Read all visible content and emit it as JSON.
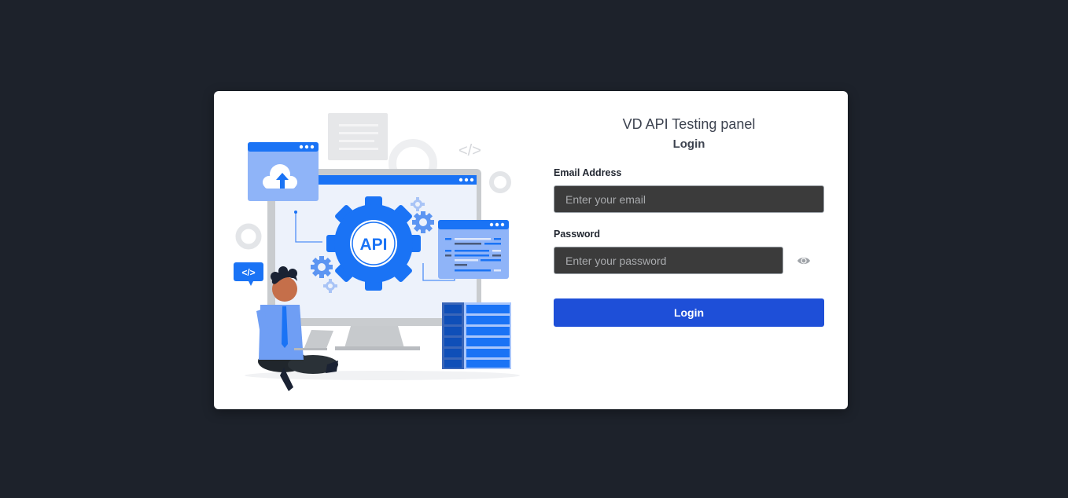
{
  "page": {
    "background": "#1d222b",
    "accent": "#1e4fd8"
  },
  "illustration": {
    "alt": "Person with laptop sitting in front of monitor displaying API gear",
    "gear_text": "API",
    "code_tag": "</>",
    "colors": {
      "primary_blue": "#1a73f5",
      "light_blue": "#8fb4f8",
      "pale_blue": "#e8f0fd",
      "grey": "#d3d6da"
    }
  },
  "form": {
    "app_title": "VD API Testing panel",
    "heading": "Login",
    "email": {
      "label": "Email Address",
      "placeholder": "Enter your email",
      "value": ""
    },
    "password": {
      "label": "Password",
      "placeholder": "Enter your password",
      "value": "",
      "toggle_icon": "eye-icon"
    },
    "submit_label": "Login"
  }
}
